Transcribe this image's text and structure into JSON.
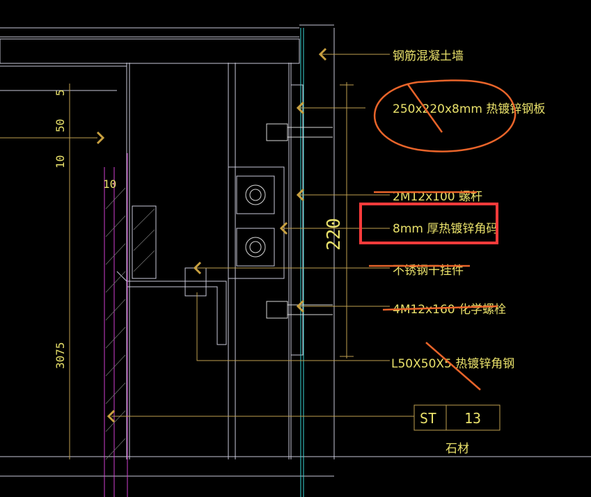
{
  "drawing": {
    "labels": {
      "concrete_wall": "钢筋混凝土墙",
      "plate": "250x220x8mm 热镀锌钢板",
      "bolt": "2M12x100 螺杆",
      "angle_bracket": "8mm 厚热镀锌角码",
      "hanger": "不锈钢干挂件",
      "chemical_bolt": "4M12x160 化学螺栓",
      "angle_steel": "L50X50X5 热镀锌角钢"
    },
    "dims": {
      "d5": "5",
      "d50": "50",
      "d10a": "10",
      "d10b": "10",
      "d3075": "3075",
      "d220": "220"
    },
    "tag": {
      "code": "ST",
      "number": "13",
      "material": "石材"
    },
    "colors": {
      "annotation": "#e8e06a",
      "markup_red": "#e8642a",
      "highlight_box": "#ff3b3b",
      "structure": "#c8c8d8",
      "cyan": "#3ad6d6",
      "magenta": "#d040d0"
    }
  }
}
